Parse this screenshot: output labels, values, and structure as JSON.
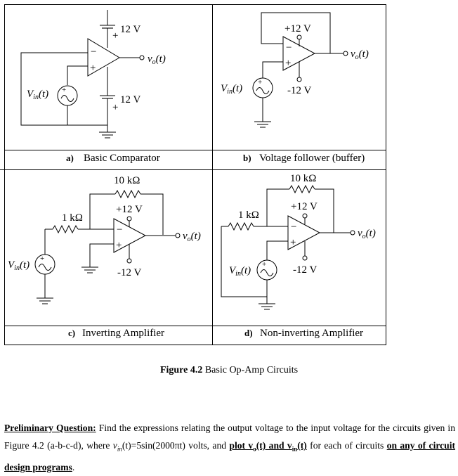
{
  "circuits": {
    "a": {
      "caption_letter": "a)",
      "caption_text": "Basic Comparator",
      "supply_top": "12 V",
      "supply_bottom": "12 V",
      "output": "v",
      "output_sub": "o",
      "output_arg": "(t)",
      "input": "V",
      "input_sub": "in",
      "input_arg": "(t)"
    },
    "b": {
      "caption_letter": "b)",
      "caption_text": "Voltage follower (buffer)",
      "supply_top": "+12 V",
      "supply_bottom": "-12 V",
      "output": "v",
      "output_sub": "o",
      "output_arg": "(t)",
      "input": "V",
      "input_sub": "in",
      "input_arg": "(t)"
    },
    "c": {
      "caption_letter": "c)",
      "caption_text": "Inverting Amplifier",
      "rf": "10 kΩ",
      "rin": "1 kΩ",
      "supply_top": "+12 V",
      "supply_bottom": "-12 V",
      "output": "v",
      "output_sub": "o",
      "output_arg": "(t)",
      "input": "V",
      "input_sub": "in",
      "input_arg": "(t)"
    },
    "d": {
      "caption_letter": "d)",
      "caption_text": "Non-inverting Amplifier",
      "rf": "10 kΩ",
      "rin": "1 kΩ",
      "supply_top": "+12 V",
      "supply_bottom": "-12 V",
      "output": "v",
      "output_sub": "o",
      "output_arg": "(t)",
      "input": "V",
      "input_sub": "in",
      "input_arg": "(t)"
    }
  },
  "symbols": {
    "plus": "+",
    "minus": "−"
  },
  "figure": {
    "label": "Figure 4.2",
    "title": "Basic Op-Amp Circuits"
  },
  "question": {
    "heading": "Preliminary Question:",
    "text_1": " Find the expressions relating the output voltage to the input voltage for the circuits given in Figure 4.2 (a-b-c-d), where ",
    "vin": "v",
    "vin_sub": "in",
    "formula": "(t)=5sin(2000πt)",
    "text_2": " volts, and ",
    "plot_phrase": "plot v",
    "plot_sub_o": "o",
    "plot_phrase_2": "(t) and v",
    "plot_sub_in": "in",
    "plot_phrase_3": "(t)",
    "text_3": " for each of circuits ",
    "tail": "on any of circuit design programs",
    "end": "."
  }
}
